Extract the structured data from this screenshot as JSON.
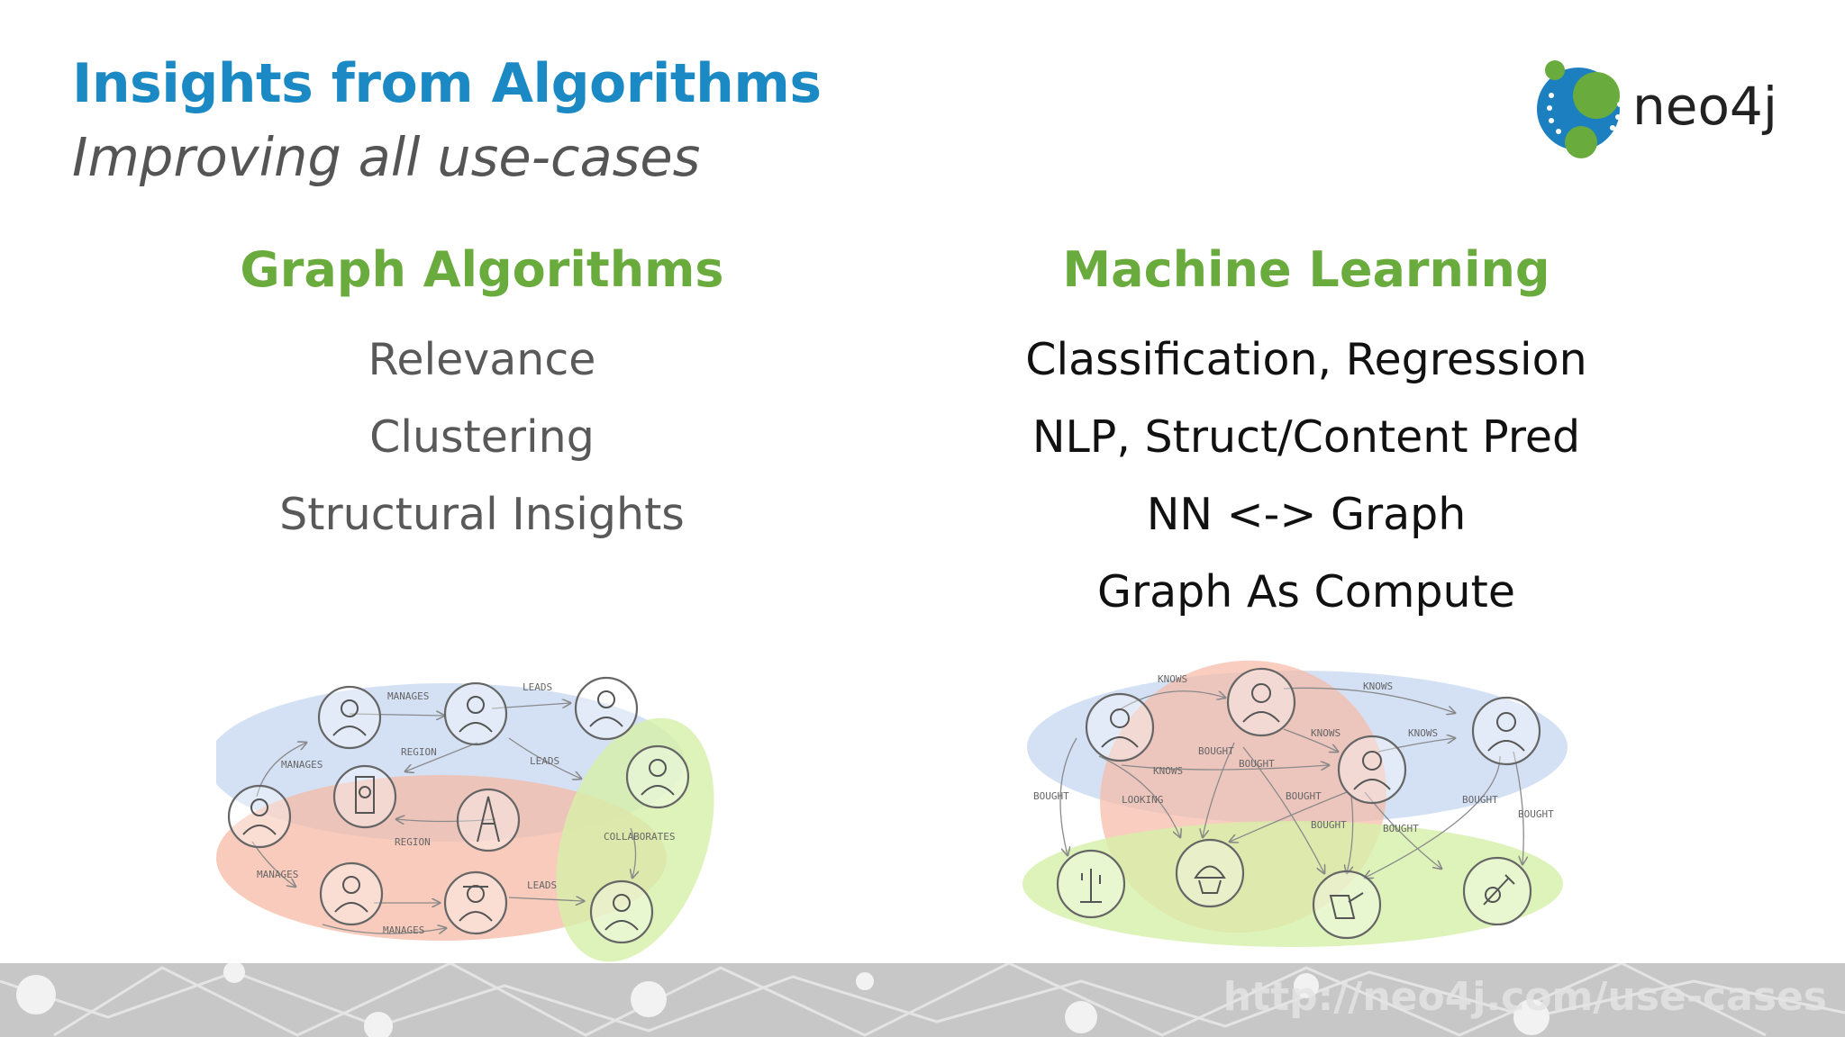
{
  "slide": {
    "title": "Insights from Algorithms",
    "subtitle": "Improving all use-cases",
    "logo_text": "neo4j",
    "footer_url": "http://neo4j.com/use-cases"
  },
  "colors": {
    "title": "#1b8ac4",
    "heading": "#6aab3e",
    "blue_cluster": "#c9d9f2",
    "red_cluster": "#f6b9a5",
    "green_cluster": "#d6f0a8"
  },
  "left": {
    "heading": "Graph Algorithms",
    "items": [
      "Relevance",
      "Clustering",
      "Structural Insights"
    ]
  },
  "right": {
    "heading": "Machine Learning",
    "items": [
      "Classification, Regression",
      "NLP, Struct/Content Pred",
      "NN <-> Graph",
      "Graph As Compute"
    ]
  },
  "diagram_left": {
    "edge_labels": [
      "MANAGES",
      "LEADS",
      "REGION",
      "LEADS",
      "MANAGES",
      "REGION",
      "COLLABORATES",
      "MANAGES",
      "LEADS",
      "MANAGES"
    ],
    "node_icons": [
      "businessman-icon",
      "woman-icon",
      "support-agent-icon",
      "woman-icon",
      "clock-tower-icon",
      "support-agent-icon",
      "eiffel-tower-icon",
      "woman-icon",
      "spy-icon",
      "support-agent-icon"
    ]
  },
  "diagram_right": {
    "edge_labels": [
      "KNOWS",
      "KNOWS",
      "KNOWS",
      "KNOWS",
      "BOUGHT",
      "BOUGHT",
      "KNOWS",
      "BOUGHT",
      "LOOKING",
      "BOUGHT",
      "BOUGHT",
      "BOUGHT",
      "BOUGHT",
      "BOUGHT"
    ],
    "node_icons": [
      "woman-icon",
      "man-icon",
      "woman-icon",
      "businessman-icon",
      "cactus-icon",
      "cupcake-icon",
      "watering-can-icon",
      "garden-tool-icon"
    ]
  }
}
